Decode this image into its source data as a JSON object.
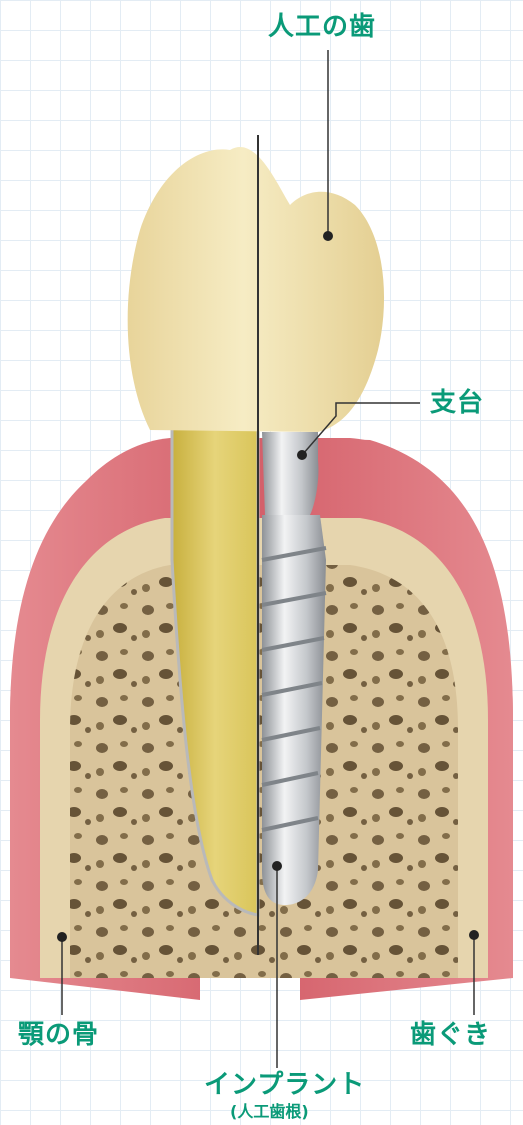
{
  "labels": {
    "artificial_tooth": "人工の歯",
    "abutment": "支台",
    "jaw_bone": "顎の骨",
    "gum": "歯ぐき",
    "implant": "インプラント",
    "implant_sub": "(人工歯根)"
  },
  "colors": {
    "label": "#0a9a78",
    "gum": "#d9727a",
    "bone": "#e4d2ab",
    "crown": "#f1e3b0",
    "root": "#d9c55a",
    "implant": "#c9ccd0"
  }
}
